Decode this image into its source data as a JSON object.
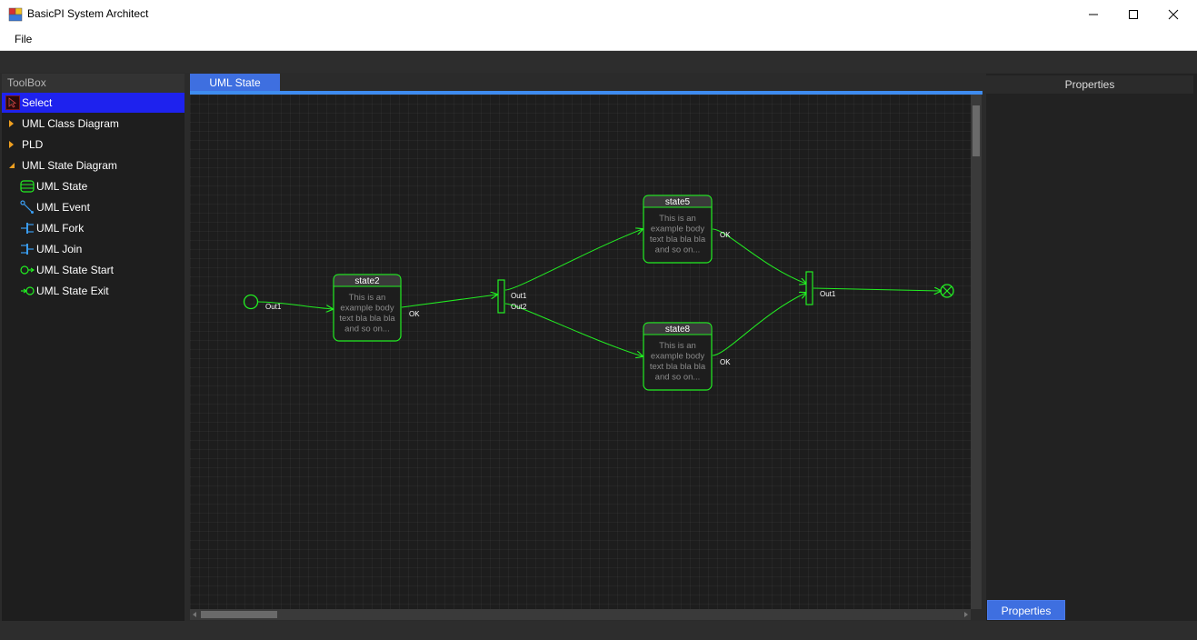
{
  "window": {
    "title": "BasicPI System Architect"
  },
  "menu": {
    "file": "File"
  },
  "toolbox": {
    "header": "ToolBox",
    "items": [
      {
        "label": "Select",
        "icon": "cursor-icon",
        "selected": true
      },
      {
        "label": "UML Class Diagram",
        "icon": "expand-arrow-icon"
      },
      {
        "label": "PLD",
        "icon": "expand-arrow-icon"
      },
      {
        "label": "UML State Diagram",
        "icon": "collapse-arrow-icon"
      },
      {
        "label": "UML State",
        "icon": "uml-state-icon"
      },
      {
        "label": "UML Event",
        "icon": "uml-event-icon"
      },
      {
        "label": "UML Fork",
        "icon": "uml-fork-icon"
      },
      {
        "label": "UML Join",
        "icon": "uml-join-icon"
      },
      {
        "label": "UML State Start",
        "icon": "uml-state-start-icon"
      },
      {
        "label": "UML State Exit",
        "icon": "uml-state-exit-icon"
      }
    ]
  },
  "document": {
    "tab": "UML State"
  },
  "diagram": {
    "states": [
      {
        "id": "state2",
        "name": "state2",
        "body": [
          "This is an",
          "example body",
          "text bla bla bla",
          "and so on..."
        ],
        "port": "OK"
      },
      {
        "id": "state5",
        "name": "state5",
        "body": [
          "This is an",
          "example body",
          "text bla bla bla",
          "and so on..."
        ],
        "port": "OK"
      },
      {
        "id": "state8",
        "name": "state8",
        "body": [
          "This is an",
          "example body",
          "text bla bla bla",
          "and so on..."
        ],
        "port": "OK"
      }
    ],
    "start": {
      "port": "Out1"
    },
    "fork": {
      "ports": [
        "Out1",
        "Out2"
      ]
    },
    "join": {
      "port": "Out1"
    }
  },
  "properties": {
    "header": "Properties",
    "button": "Properties"
  },
  "colors": {
    "accent": "#3e6fe0",
    "selection": "#1e22ee",
    "diagram_line": "#22ee22",
    "state_header": "#3a3a3a",
    "canvas": "#1d1d1d",
    "toolbox_icon": "#3a9cf0",
    "tree_arrow": "#f0a020"
  }
}
